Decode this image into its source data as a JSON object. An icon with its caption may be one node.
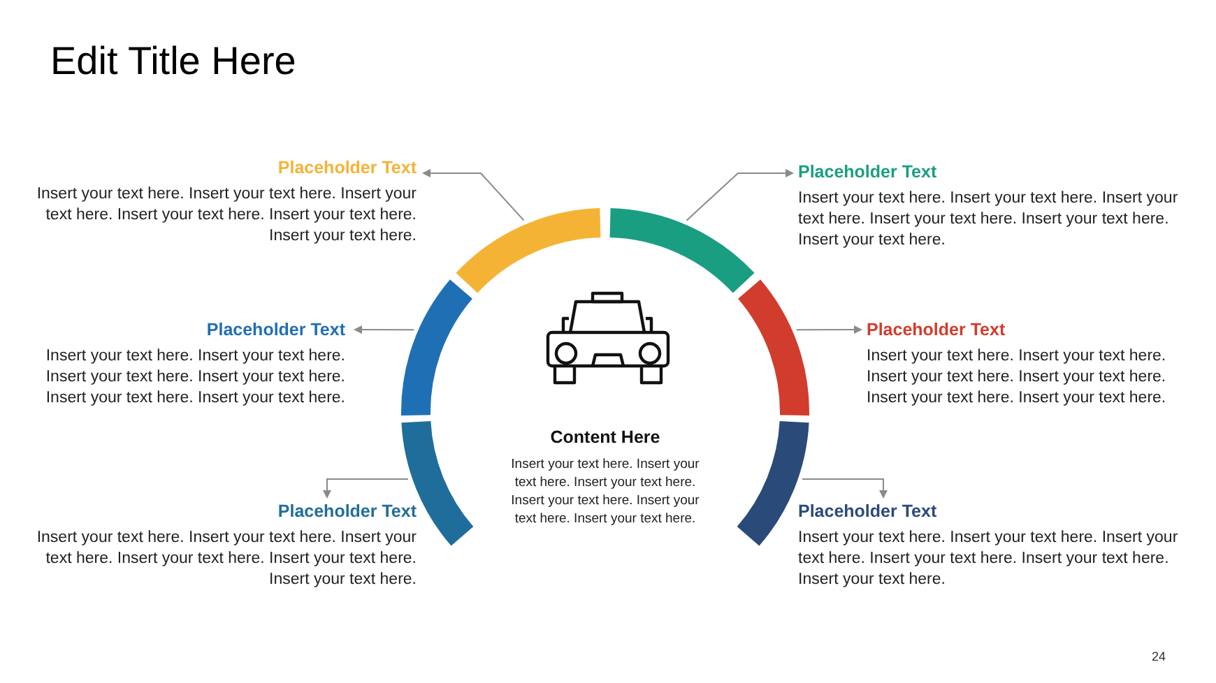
{
  "diagram": {
    "title": "Edit Title Here",
    "nodes": [
      {
        "text": [
          "Placeholder Text",
          "Insert your text here. Insert your text here. Insert your text here. Insert your text here. Insert your text here. Insert your text here."
        ]
      },
      {
        "text": [
          "Placeholder Text",
          "Insert your text here. Insert your text here. Insert your text here. Insert your text here. Insert your text here. Insert your text here."
        ]
      },
      {
        "text": [
          "Placeholder Text",
          "Insert your text here. Insert your text here. Insert your text here. Insert your text here. Insert your text here. Insert your text here."
        ]
      },
      {
        "text": [
          "Placeholder Text",
          "Insert your text here. Insert your text here. Insert your text here. Insert your text here. Insert your text here. Insert your text here."
        ]
      },
      {
        "text": [
          "Content Here",
          "Insert your text here. Insert your text here. Insert your text here. Insert your text here. Insert your text here. Insert your text here."
        ]
      },
      {
        "text": [
          "Placeholder Text",
          "Insert your text here. Insert your text here. Insert your text here. Insert your text here. Insert your text here. Insert your text here."
        ]
      },
      {
        "text": [
          "Placeholder Text",
          "Insert your text here. Insert your text here. Insert your text here. Insert your text here. Insert your text here. Insert your text here."
        ]
      },
      {
        "text": [],
        "shape": "arc"
      },
      {
        "text": [],
        "shape": "arc"
      },
      {
        "text": [],
        "shape": "arc"
      },
      {
        "text": [],
        "shape": "arc"
      },
      {
        "text": [],
        "shape": "arc"
      },
      {
        "text": [],
        "shape": "arc"
      }
    ],
    "edges": [
      {
        "from": 7,
        "to": 0,
        "arrow": "to"
      },
      {
        "from": 8,
        "to": 1,
        "arrow": "to"
      },
      {
        "from": 9,
        "to": 2,
        "arrow": "to"
      },
      {
        "from": 10,
        "to": 3,
        "arrow": "to"
      },
      {
        "from": 11,
        "to": 5,
        "arrow": "to"
      },
      {
        "from": 12,
        "to": 6,
        "arrow": "to"
      }
    ],
    "labels": [
      "24"
    ]
  }
}
